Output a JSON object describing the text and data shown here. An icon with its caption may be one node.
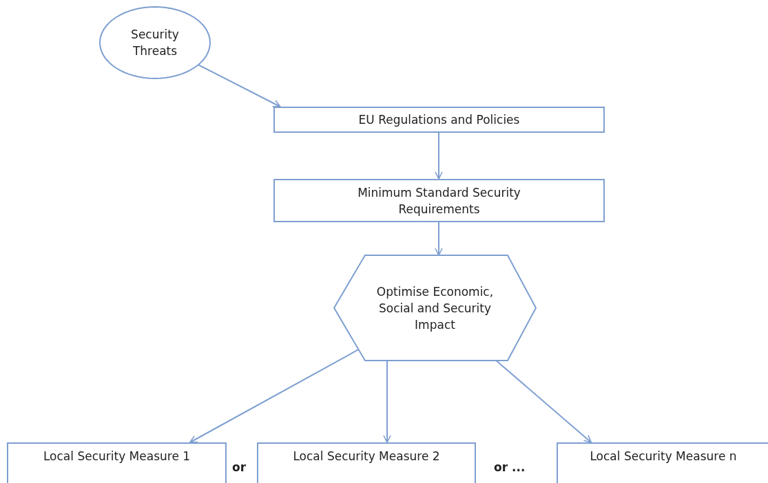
{
  "diagram": {
    "nodes": [
      {
        "text": [
          "Security Threats"
        ]
      },
      {
        "text": [
          "EU Regulations and Policies"
        ]
      },
      {
        "text": [
          "Minimum Standard Security Requirements"
        ]
      },
      {
        "text": [
          "Optimise Economic, Social and Security Impact"
        ]
      },
      {
        "text": [
          "Local Security Measure 1"
        ]
      },
      {
        "text": [
          "Local Security Measure 2"
        ]
      },
      {
        "text": [
          "Local Security Measure n"
        ]
      }
    ],
    "edges": [
      {
        "from": 0,
        "to": 1,
        "arrow": "to"
      },
      {
        "from": 1,
        "to": 2,
        "arrow": "to"
      },
      {
        "from": 2,
        "to": 3,
        "arrow": "to"
      },
      {
        "from": 3,
        "to": 4,
        "arrow": "to"
      },
      {
        "from": 3,
        "to": 5,
        "arrow": "to"
      },
      {
        "from": 3,
        "to": 6,
        "arrow": "to"
      }
    ],
    "labels": [
      "or",
      "or ..."
    ]
  }
}
